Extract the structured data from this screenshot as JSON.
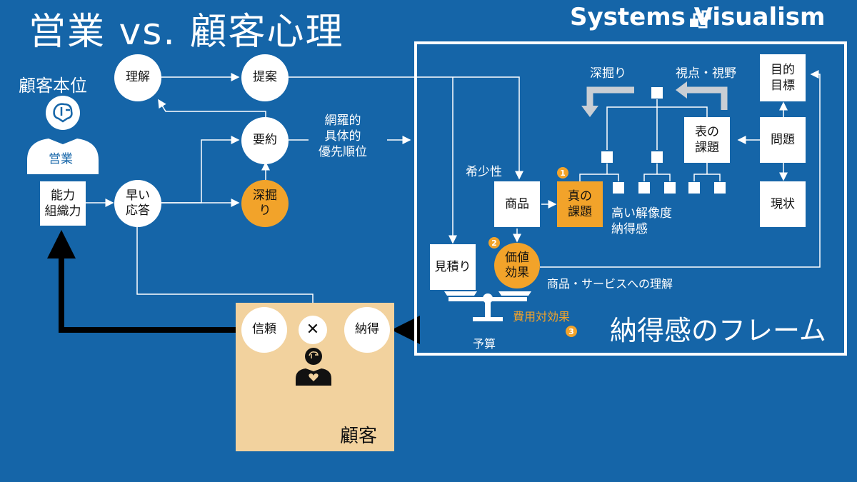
{
  "title": "営業 vs. 顧客心理",
  "brand": "Systems Visualism",
  "colors": {
    "background": "#1565a8",
    "accent": "#f2a32a",
    "customer_area": "#f2d29e",
    "line": "#ffffff"
  },
  "left": {
    "customer_first": "顧客本位",
    "sales_person": "営業",
    "capability": "能力\n組織力",
    "quick_response": "早い\n応答",
    "understanding": "理解",
    "proposal": "提案",
    "summary": "要約",
    "deep_dive": "深掘\nり",
    "coverage": "網羅的\n具体的\n優先順位"
  },
  "frame": {
    "title": "納得感のフレーム",
    "deep_dive_label": "深掘り",
    "viewpoint_label": "視点・視野",
    "goal": "目的\n目標",
    "problem": "問題",
    "current": "現状",
    "surface_issue": "表の\n課題",
    "scarcity": "希少性",
    "product": "商品",
    "true_issue": "真の\n課題",
    "resolution": "高い解像度\n納得感",
    "estimate": "見積り",
    "value": "価値\n効果",
    "understanding_note": "商品・サービスへの理解",
    "cost_effectiveness": "費用対効果",
    "budget": "予算",
    "num1": "1",
    "num2": "2",
    "num3": "3"
  },
  "customer": {
    "area_label": "顧客",
    "trust": "信頼",
    "times": "✕",
    "conviction": "納得"
  },
  "icons": [
    "brain-head-icon",
    "heart-head-icon",
    "logo-icon",
    "scale-icon"
  ]
}
